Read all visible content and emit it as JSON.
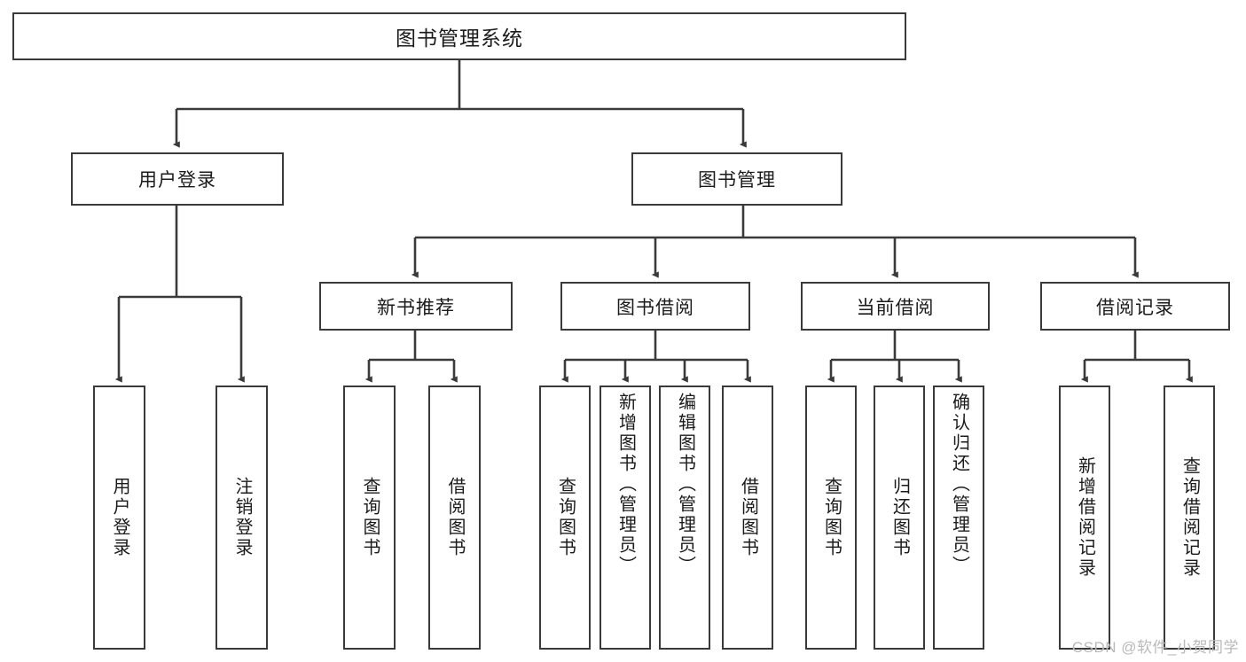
{
  "diagram": {
    "title": "图书管理系统",
    "type": "hierarchy-tree",
    "colors": {
      "box_border": "#3a3a3a",
      "box_fill": "#ffffff",
      "edge": "#3a3a3a",
      "text": "#1b1b1b",
      "watermark": "#b9b9b9",
      "background": "#ffffff"
    },
    "root": {
      "label": "图书管理系统"
    },
    "level2": [
      {
        "label": "用户登录"
      },
      {
        "label": "图书管理"
      }
    ],
    "level3": [
      {
        "label": "新书推荐"
      },
      {
        "label": "图书借阅"
      },
      {
        "label": "当前借阅"
      },
      {
        "label": "借阅记录"
      }
    ],
    "leaves": {
      "user_login": [
        {
          "label": "用户登录"
        },
        {
          "label": "注销登录"
        }
      ],
      "new_book_recommend": [
        {
          "label": "查询图书"
        },
        {
          "label": "借阅图书"
        }
      ],
      "book_borrow": [
        {
          "label": "查询图书"
        },
        {
          "label": "新增图书（管理员）"
        },
        {
          "label": "编辑图书（管理员）"
        },
        {
          "label": "借阅图书"
        }
      ],
      "current_borrow": [
        {
          "label": "查询图书"
        },
        {
          "label": "归还图书"
        },
        {
          "label": "确认归还（管理员）"
        }
      ],
      "borrow_record": [
        {
          "label": "新增借阅记录"
        },
        {
          "label": "查询借阅记录"
        }
      ]
    },
    "watermark": "CSDN @软件_小贺同学"
  }
}
